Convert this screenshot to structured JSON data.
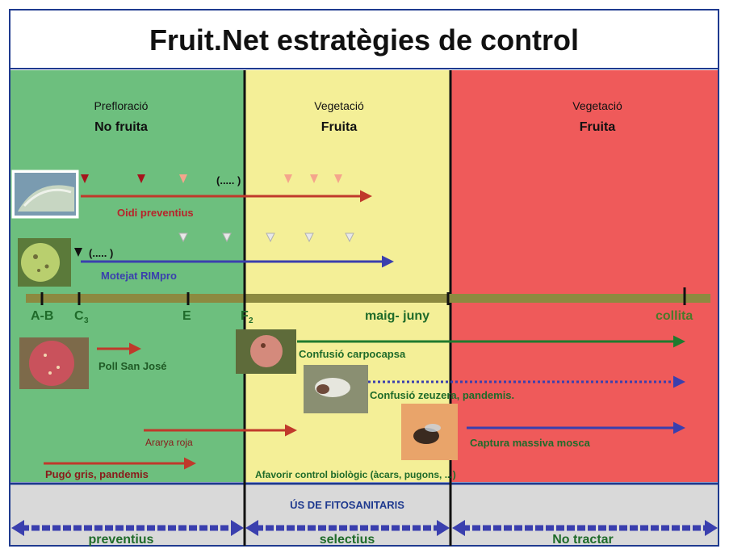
{
  "title": "Fruit.Net   estratègies de control",
  "columns": [
    {
      "phase": "Prefloració",
      "fruit": "No fruita"
    },
    {
      "phase": "Vegetació",
      "fruit": "Fruita"
    },
    {
      "phase": "Vegetació",
      "fruit": "Fruita"
    }
  ],
  "timeline": {
    "stages": [
      "A-B",
      "C",
      "3",
      "E",
      "F",
      "2"
    ],
    "period": "maig- juny",
    "harvest": "collita"
  },
  "rows": {
    "oidi": {
      "label": "Oidi preventius",
      "ellipsis": "(..... )"
    },
    "motejat": {
      "label": "Motejat RIMpro",
      "ellipsis": "(..... )"
    },
    "poll": {
      "label": "Poll San José"
    },
    "carpocapsa": {
      "label": "Confusió carpocapsa"
    },
    "zeuzera": {
      "label": "Confusió zeuzera, pandemis."
    },
    "aranya": {
      "label": "Ararya roja"
    },
    "mosca": {
      "label": "Captura massiva mosca"
    },
    "pugo": {
      "label": "Pugó gris, pandemis"
    },
    "biologic": {
      "label": "Afavorir control biològic (àcars, pugons, ...)"
    }
  },
  "footer": {
    "heading": "ÚS DE FITOSANITARIS",
    "labels": [
      "preventius",
      "selectius",
      "No tractar"
    ]
  },
  "colors": {
    "green_zone": "#6dbf7e",
    "yellow_zone": "#f4ef97",
    "red_zone": "#ef5a5a",
    "timeline": "#8c8a40",
    "oidi": "#b8232a",
    "motejat": "#3a3fae",
    "dark_green_text": "#1f6b2a",
    "footer_bg": "#d9d9d9",
    "frame": "#1f3a8f"
  },
  "icons": [
    "powdery-mildew-leaf-photo",
    "apple-scab-photo",
    "san-jose-scale-apple-photo",
    "codling-moth-apple-photo",
    "leopard-moth-larva-photo",
    "fruit-fly-photo",
    "treatment-marker-icon"
  ]
}
